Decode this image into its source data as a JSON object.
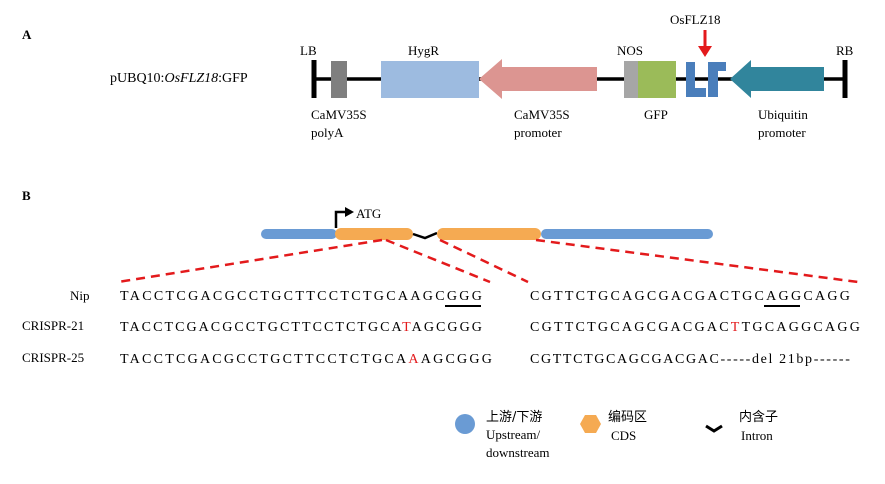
{
  "panel_a": {
    "letter": "A",
    "construct_prefix": "pUBQ10:",
    "construct_gene": "OsFLZ18",
    "construct_suffix": ":GFP",
    "lb": "LB",
    "rb": "RB",
    "hygr": "HygR",
    "nos": "NOS",
    "gene_marker": "OsFLZ18",
    "polya_line1": "CaMV35S",
    "polya_line2": "polyA",
    "promoter_line1": "CaMV35S",
    "promoter_line2": "promoter",
    "gfp": "GFP",
    "ubq_line1": "Ubiquitin",
    "ubq_line2": "promoter",
    "colors": {
      "backbone": "#000000",
      "polya": "#7f7f7f",
      "hygr": "#9dbbe0",
      "camv_promoter": "#dc9591",
      "nos": "#a6a6a6",
      "gfp": "#9bbb59",
      "flz": "#4a7ebb",
      "ubiquitin": "#31859c",
      "marker": "#e31a1c"
    }
  },
  "panel_b": {
    "letter": "B",
    "atg": "ATG",
    "rows": [
      {
        "label": "Nip",
        "left": "TACCTCGACGCCTGCTTCCTCTGCAAGCGGG",
        "right": "CGTTCTGCAGCGACGACTGCAGGCAGG"
      },
      {
        "label": "CRISPR-21",
        "left_a": "TACCTCGACGCCTGCTTCCTCTGCA",
        "left_mut": "T",
        "left_b": "AGCGGG",
        "right_a": "CGTTCTGCAGCGACGAC",
        "right_mut": "T",
        "right_b": "TGCAGGCAGG"
      },
      {
        "label": "CRISPR-25",
        "left_a": "TACCTCGACGCCTGCTTCCTCTGCA",
        "left_mut": "A",
        "left_b": "AGCGGG",
        "right": "CGTTCTGCAGCGACGAC-----del 21bp------"
      }
    ],
    "colors": {
      "utr": "#6a9bd4",
      "cds": "#f5aa52",
      "dash": "#e31a1c",
      "mutation": "#e31a1c"
    }
  },
  "legend": {
    "utr_cn": "上游/下游",
    "utr_en1": "Upstream/",
    "utr_en2": "downstream",
    "cds_cn": "编码区",
    "cds_en": "CDS",
    "intron_cn": "内含子",
    "intron_en": "Intron"
  }
}
